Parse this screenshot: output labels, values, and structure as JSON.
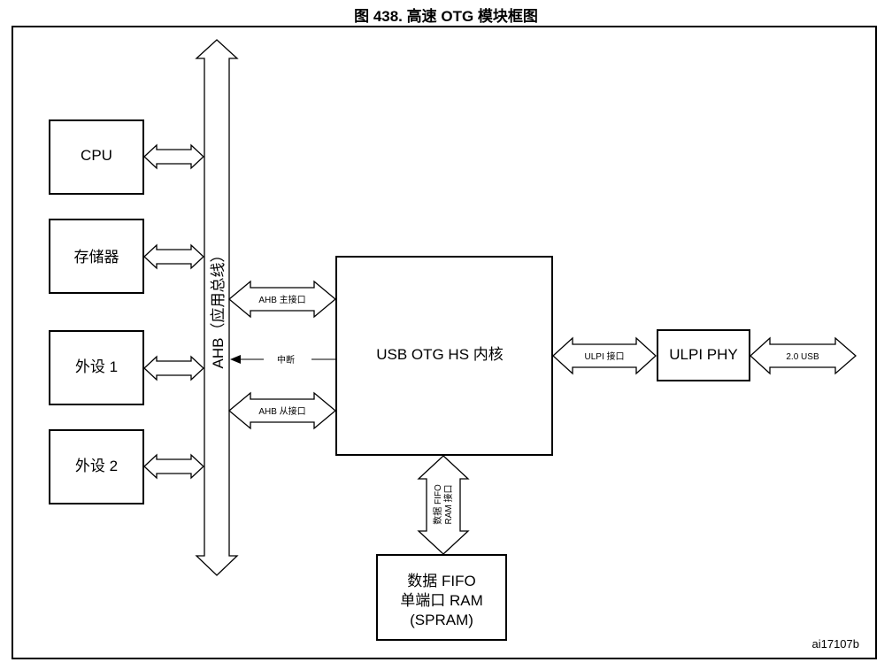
{
  "title": "图 438. 高速 OTG 模块框图",
  "blocks": {
    "cpu": "CPU",
    "memory": "存储器",
    "peripheral1": "外设 1",
    "peripheral2": "外设 2",
    "core": "USB OTG HS 内核",
    "ulpi_phy": "ULPI PHY",
    "spram_line1": "数据 FIFO",
    "spram_line2": "单端口 RAM",
    "spram_line3": "(SPRAM)"
  },
  "bus": {
    "label": "AHB（应用总线）"
  },
  "connections": {
    "ahb_master": "AHB 主接口",
    "interrupt": "中断",
    "ahb_slave": "AHB 从接口",
    "ulpi_interface": "ULPI 接口",
    "usb20": "2.0 USB",
    "fifo_line1": "数据 FIFO",
    "fifo_line2": "RAM 接口"
  },
  "figure_id": "ai17107b"
}
